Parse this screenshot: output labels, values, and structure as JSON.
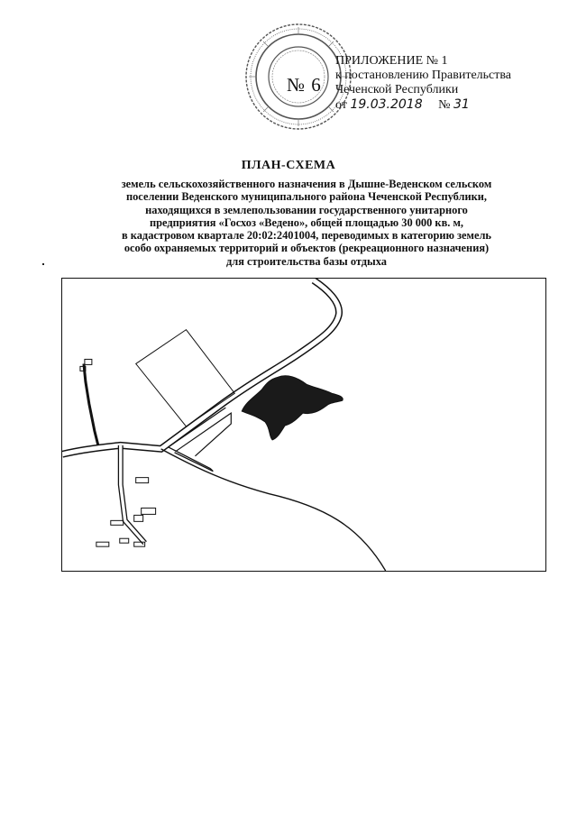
{
  "stamp": {
    "number": "№ 6"
  },
  "appendix": {
    "title": "ПРИЛОЖЕНИЕ № 1",
    "line2": "к постановлению Правительства",
    "line3": "Чеченской Республики",
    "date_prefix": "от",
    "date_value": "19.03.2018",
    "number_prefix": "№",
    "number_value": "31"
  },
  "document": {
    "title": "ПЛАН-СХЕМА",
    "description_lines": [
      "земель сельскохозяйственного назначения в Дышне-Веденском сельском",
      "поселении Веденского муниципального района Чеченской Республики,",
      "находящихся в землепользовании государственного унитарного",
      "предприятия «Госхоз «Ведено», общей площадью 30 000 кв. м,",
      "в кадастровом квартале 20:02:2401004, переводимых в категорию земель",
      "особо охраняемых территорий и объектов (рекреационного назначения)",
      "для строительства базы отдыха"
    ]
  },
  "colors": {
    "ink": "#111111",
    "stamp": "#444444",
    "area_fill": "#1a1a1a"
  }
}
